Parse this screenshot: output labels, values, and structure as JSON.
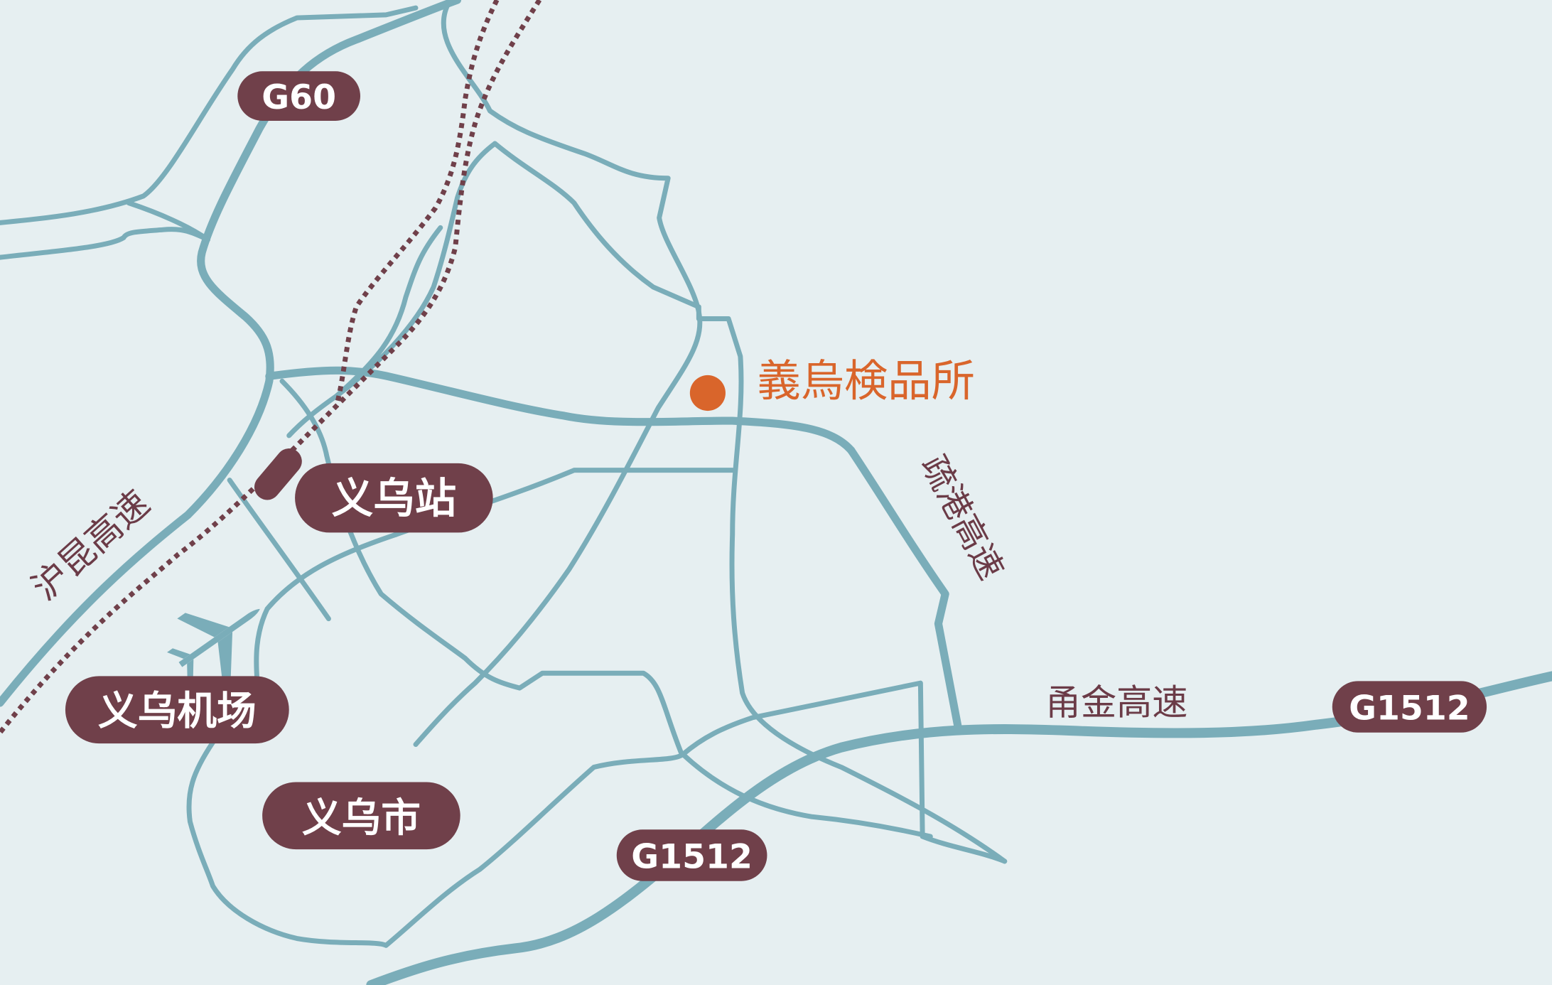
{
  "map": {
    "highway_shields": {
      "g60": "G60",
      "g1512_south": "G1512",
      "g1512_east": "G1512"
    },
    "place_labels": {
      "yiwu_station": "义乌站",
      "yiwu_airport": "义乌机场",
      "yiwu_city": "义乌市"
    },
    "road_names": {
      "hukun": "沪昆高速",
      "shugang": "疏港高速",
      "yongjin": "甬金高速"
    },
    "destination": {
      "name": "義烏検品所",
      "icon": "location-dot-icon"
    },
    "icons": {
      "airport": "airplane-icon",
      "railway": "railway-line"
    },
    "colors": {
      "background": "#e6eff1",
      "road": "#7aadb9",
      "label_pill": "#70404a",
      "destination": "#d9652b",
      "railway": "#70404a"
    }
  }
}
